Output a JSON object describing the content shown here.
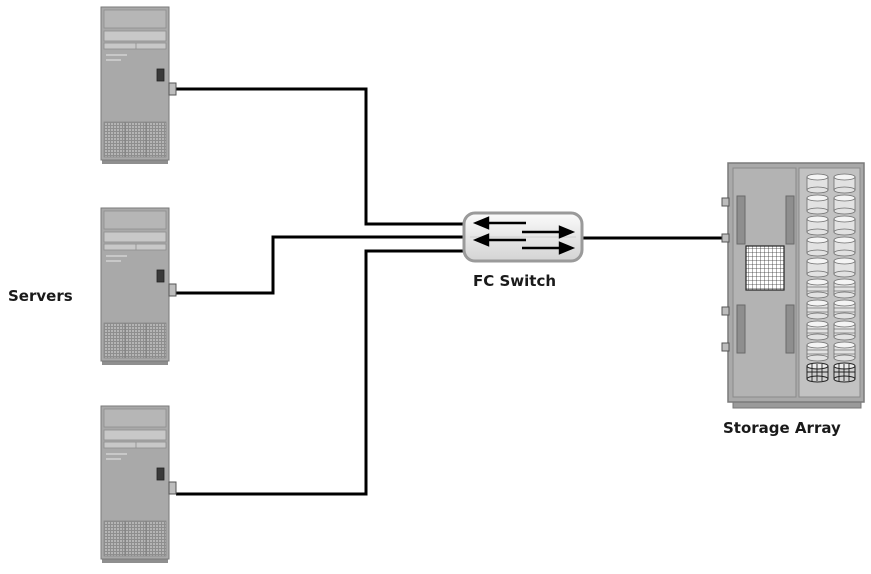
{
  "labels": {
    "servers": "Servers",
    "switch": "FC Switch",
    "storage": "Storage Array"
  },
  "nodes": {
    "servers": [
      {
        "id": "server-1"
      },
      {
        "id": "server-2"
      },
      {
        "id": "server-3"
      }
    ],
    "switch": {
      "id": "fc-switch"
    },
    "storage": {
      "id": "storage-array",
      "drive_rows": 10
    }
  },
  "links": [
    {
      "from": "server-1",
      "to": "fc-switch"
    },
    {
      "from": "server-2",
      "to": "fc-switch"
    },
    {
      "from": "server-3",
      "to": "fc-switch"
    },
    {
      "from": "fc-switch",
      "to": "storage-array"
    }
  ],
  "colors": {
    "cable": "#000000",
    "chassis": "#a9a9a9",
    "chassis_dark": "#8a8a8a",
    "chassis_light": "#c8c8c8",
    "switch_fill": "#eeeeee",
    "switch_border": "#9a9a9a"
  }
}
